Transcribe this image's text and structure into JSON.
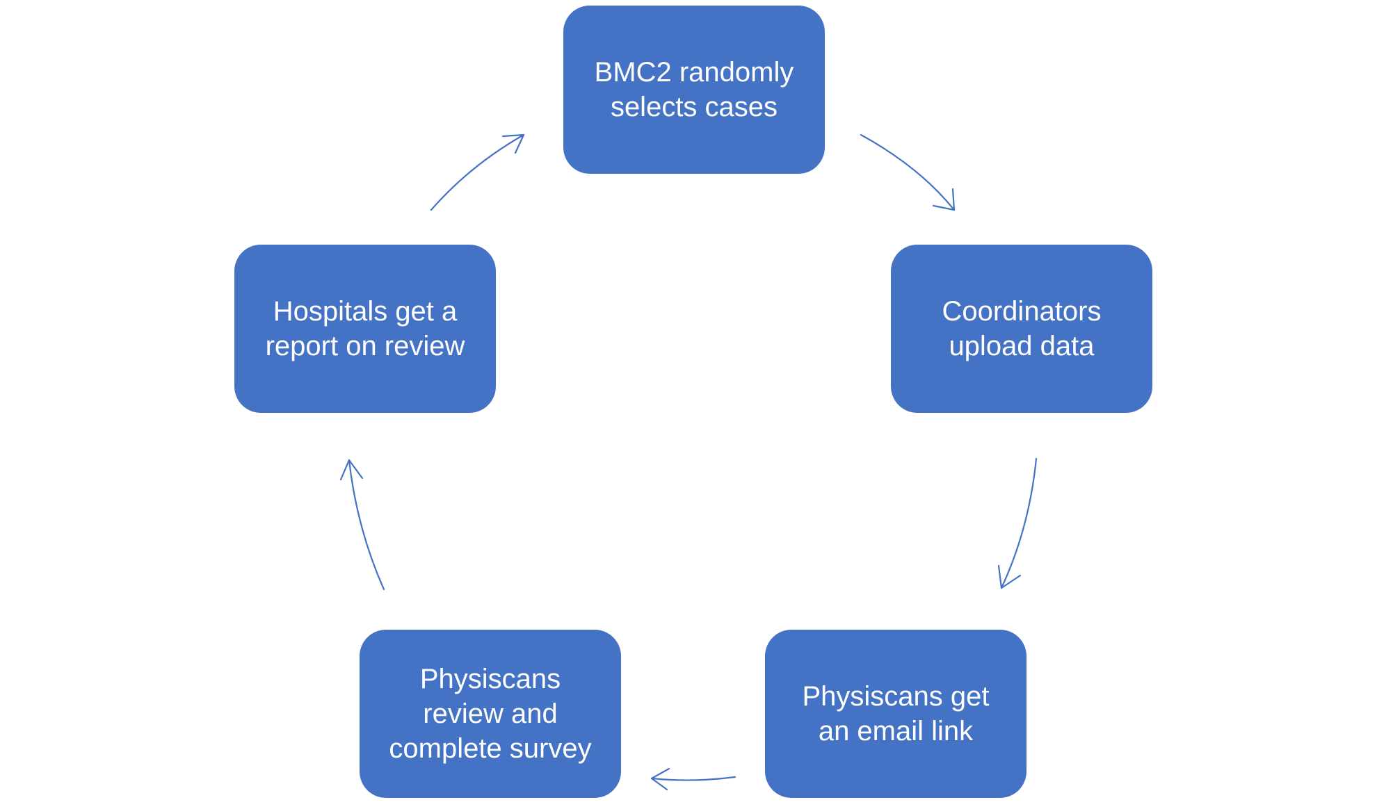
{
  "diagram": {
    "type": "cycle",
    "accent_color": "#4472c4",
    "text_color": "#ffffff",
    "steps": [
      {
        "id": "select",
        "label": "BMC2 randomly\nselects cases"
      },
      {
        "id": "upload",
        "label": "Coordinators\nupload data"
      },
      {
        "id": "email",
        "label": "Physiscans get\nan email link"
      },
      {
        "id": "review",
        "label": "Physiscans\nreview and\ncomplete survey"
      },
      {
        "id": "report",
        "label": "Hospitals get a\nreport on review"
      }
    ],
    "edges": [
      {
        "from": "select",
        "to": "upload"
      },
      {
        "from": "upload",
        "to": "email"
      },
      {
        "from": "email",
        "to": "review"
      },
      {
        "from": "review",
        "to": "report"
      },
      {
        "from": "report",
        "to": "select"
      }
    ]
  }
}
